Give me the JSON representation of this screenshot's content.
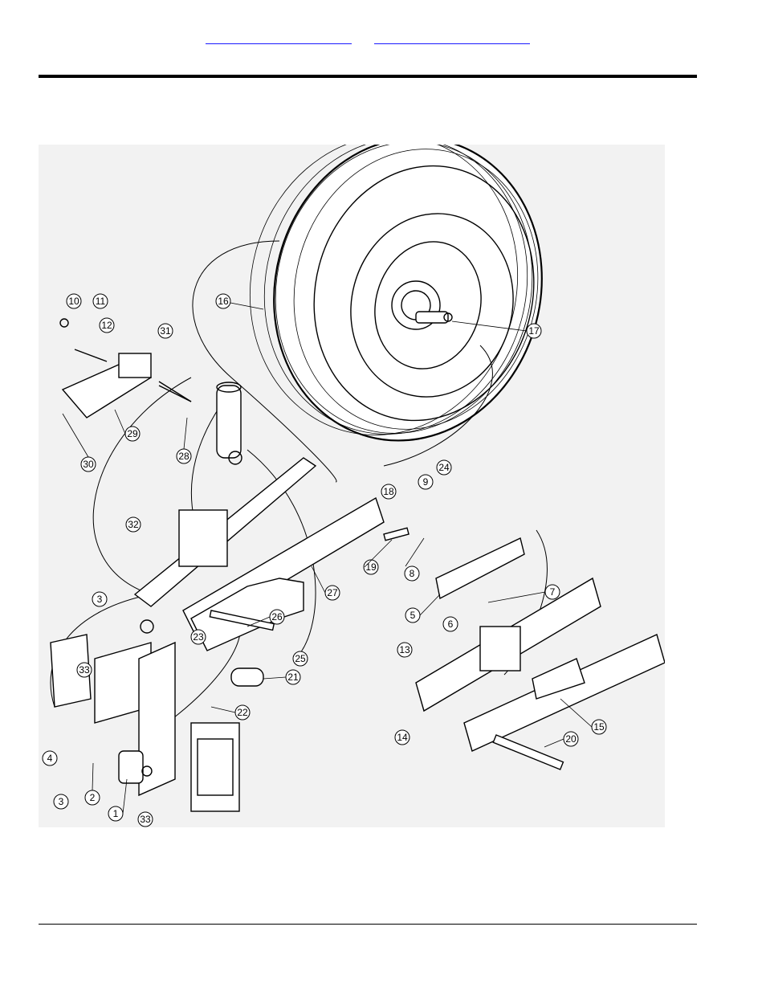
{
  "header": {
    "links": [
      "",
      ""
    ]
  },
  "callouts": [
    "1",
    "2",
    "3",
    "3",
    "4",
    "5",
    "6",
    "7",
    "8",
    "9",
    "10",
    "11",
    "12",
    "13",
    "14",
    "15",
    "16",
    "17",
    "18",
    "19",
    "20",
    "21",
    "22",
    "23",
    "24",
    "25",
    "26",
    "27",
    "28",
    "29",
    "30",
    "31",
    "32",
    "33",
    "33"
  ]
}
